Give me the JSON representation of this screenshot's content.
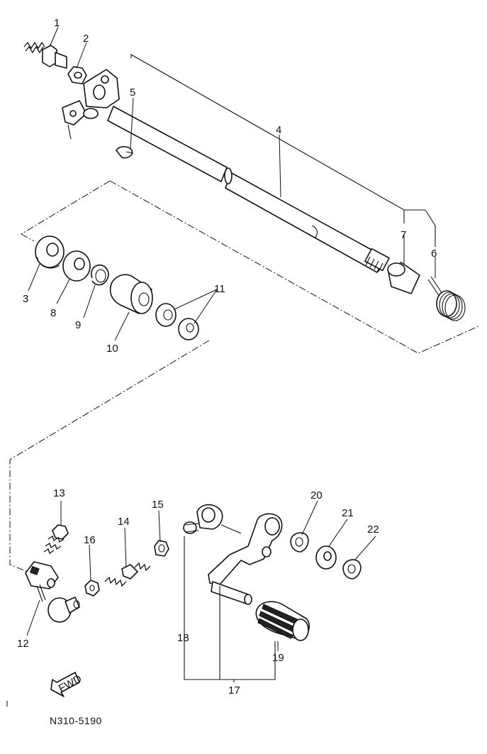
{
  "diagram": {
    "callouts": {
      "c1": "1",
      "c2": "2",
      "c3": "3",
      "c4": "4",
      "c5": "5",
      "c6": "6",
      "c7": "7",
      "c8": "8",
      "c9": "9",
      "c10": "10",
      "c11": "11",
      "c12": "12",
      "c13": "13",
      "c14": "14",
      "c15": "15",
      "c16": "16",
      "c17": "17",
      "c18": "18",
      "c19": "19",
      "c20": "20",
      "c21": "21",
      "c22": "22"
    },
    "direction_arrow": "FWD",
    "catalog_code": "N310-5190"
  }
}
